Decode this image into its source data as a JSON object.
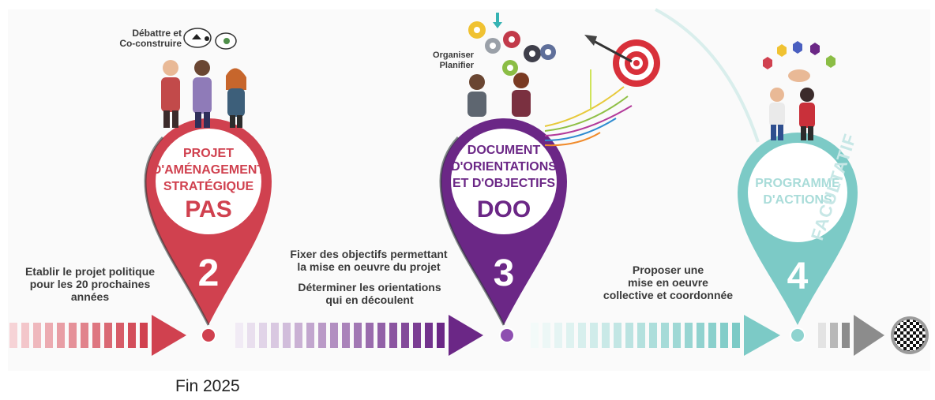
{
  "steps": [
    {
      "number": "2",
      "title_lines": [
        "PROJET",
        "D'AMÉNAGEMENT",
        "STRATÉGIQUE"
      ],
      "abbr": "PAS",
      "color": "#d0414f"
    },
    {
      "number": "3",
      "title_lines": [
        "DOCUMENT",
        "D'ORIENTATIONS",
        "ET D'OBJECTIFS"
      ],
      "abbr": "DOO",
      "color": "#6b2786"
    },
    {
      "number": "4",
      "title_lines": [
        "PROGRAMME",
        "D'ACTIONS"
      ],
      "abbr": "",
      "color": "#7ccac6"
    }
  ],
  "labels": {
    "debattre": [
      "Débattre et",
      "Co-construire"
    ],
    "organiser": [
      "Organiser",
      "Planifier"
    ],
    "etablir": [
      "Etablir le projet politique",
      "pour les 20 prochaines",
      "années"
    ],
    "fixer": [
      "Fixer des objectifs permettant",
      "la mise en oeuvre du projet"
    ],
    "determiner": [
      "Déterminer les orientations",
      "qui en découlent"
    ],
    "proposer": [
      "Proposer une",
      "mise en oeuvre",
      "collective et coordonnée"
    ],
    "facultatif": "FACULTATIF",
    "fin": "Fin 2025"
  },
  "colors": {
    "red": "#d0414f",
    "purple": "#6b2786",
    "teal": "#7ccac6",
    "grey": "#8c8c8c"
  }
}
